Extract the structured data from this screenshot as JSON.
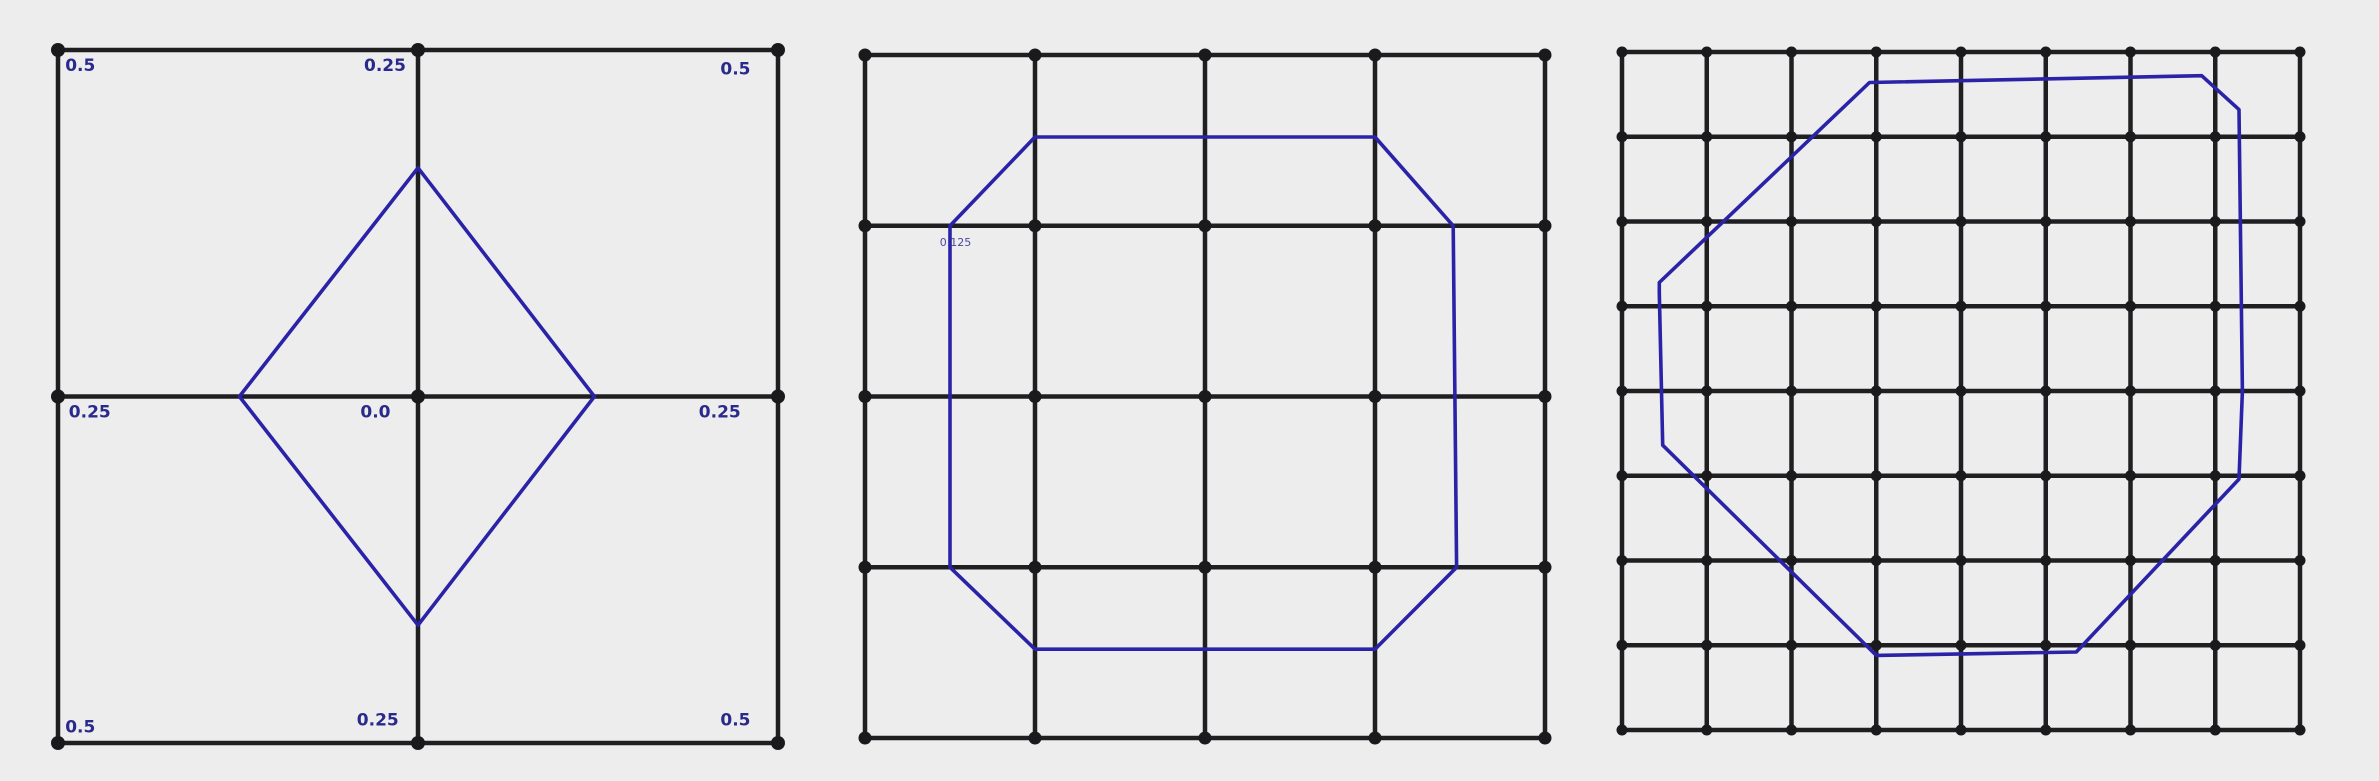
{
  "panels": [
    {
      "id": "panel-1",
      "grid_divisions": 2,
      "contour_shape": "diamond",
      "node_values": [
        {
          "label": "0.5",
          "corner": "top-left"
        },
        {
          "label": "0.25",
          "corner": "top-center"
        },
        {
          "label": "0.5",
          "corner": "top-right"
        },
        {
          "label": "0.25",
          "corner": "middle-left"
        },
        {
          "label": "0.0",
          "corner": "center"
        },
        {
          "label": "0.25",
          "corner": "middle-right"
        },
        {
          "label": "0.5",
          "corner": "bottom-left"
        },
        {
          "label": "0.25",
          "corner": "bottom-center"
        },
        {
          "label": "0.5",
          "corner": "bottom-right"
        }
      ]
    },
    {
      "id": "panel-2",
      "grid_divisions": 4,
      "contour_shape": "octagon",
      "node_values": [
        {
          "label": "0.125",
          "corner": "node-1-1"
        }
      ]
    },
    {
      "id": "panel-3",
      "grid_divisions": 8,
      "contour_shape": "octagon",
      "node_values": []
    }
  ],
  "colors": {
    "background": "#ededed",
    "grid": "#1f1f22",
    "contour": "#2a23a8",
    "labels": "#2a2a8c"
  }
}
